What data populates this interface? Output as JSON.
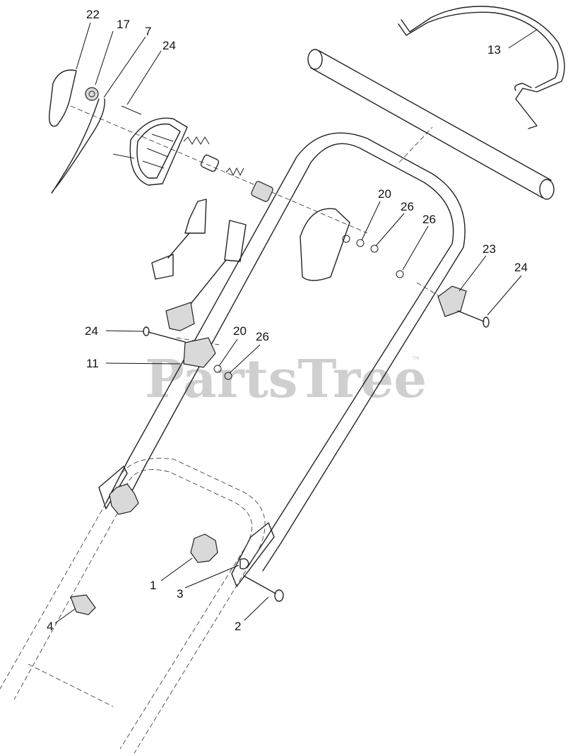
{
  "watermark": {
    "text": "PartsTree",
    "trademark": "™"
  },
  "callouts": [
    {
      "id": "c22",
      "label": "22"
    },
    {
      "id": "c17",
      "label": "17"
    },
    {
      "id": "c7",
      "label": "7"
    },
    {
      "id": "c24a",
      "label": "24"
    },
    {
      "id": "c13",
      "label": "13"
    },
    {
      "id": "c20a",
      "label": "20"
    },
    {
      "id": "c26a",
      "label": "26"
    },
    {
      "id": "c26b",
      "label": "26"
    },
    {
      "id": "c23",
      "label": "23"
    },
    {
      "id": "c24b",
      "label": "24"
    },
    {
      "id": "c24c",
      "label": "24"
    },
    {
      "id": "c20b",
      "label": "20"
    },
    {
      "id": "c26c",
      "label": "26"
    },
    {
      "id": "c11",
      "label": "11"
    },
    {
      "id": "c1",
      "label": "1"
    },
    {
      "id": "c3",
      "label": "3"
    },
    {
      "id": "c2",
      "label": "2"
    },
    {
      "id": "c4",
      "label": "4"
    }
  ]
}
